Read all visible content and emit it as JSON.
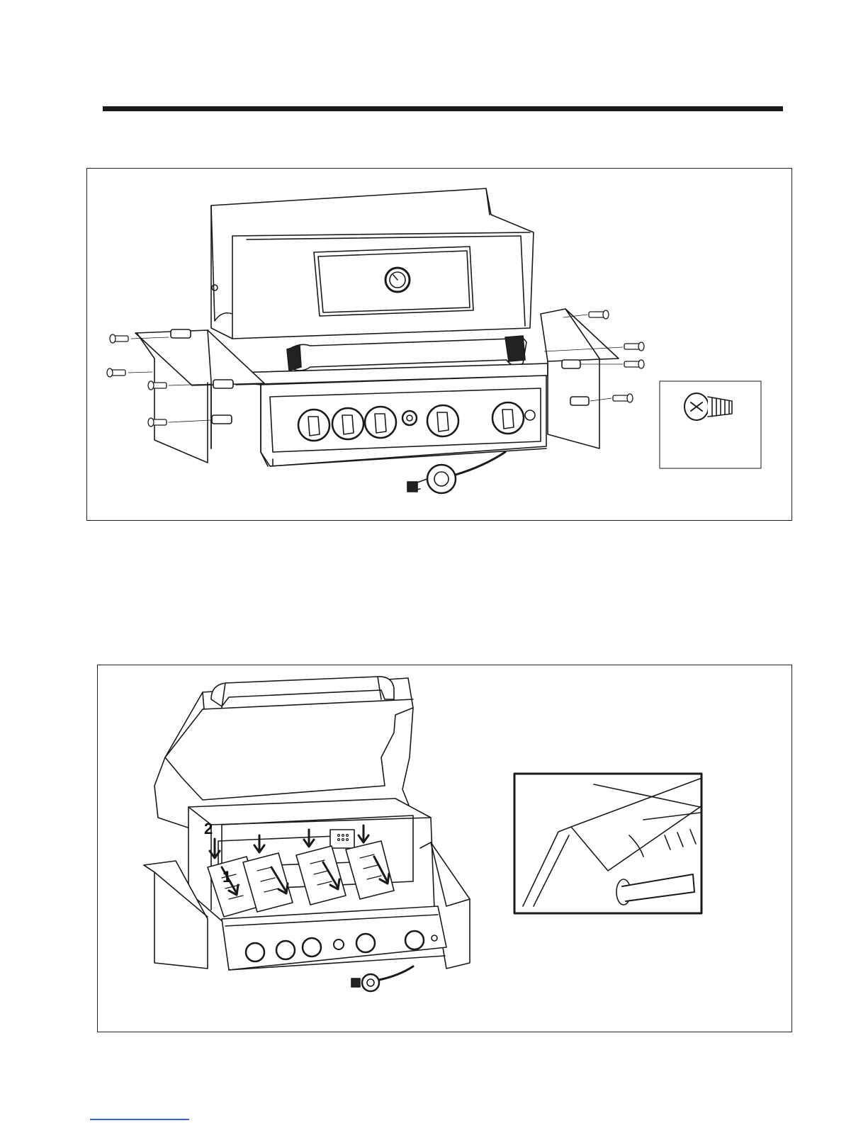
{
  "page": {
    "figures": [
      {
        "id": "side-shelf-assembly",
        "caption": ""
      },
      {
        "id": "heat-tent-installation",
        "caption": ""
      }
    ],
    "steps": {
      "first": "1",
      "second": "2"
    },
    "colors": {
      "line": "#1a1a1a",
      "background": "#ffffff",
      "link": "#3b5bdb"
    }
  }
}
